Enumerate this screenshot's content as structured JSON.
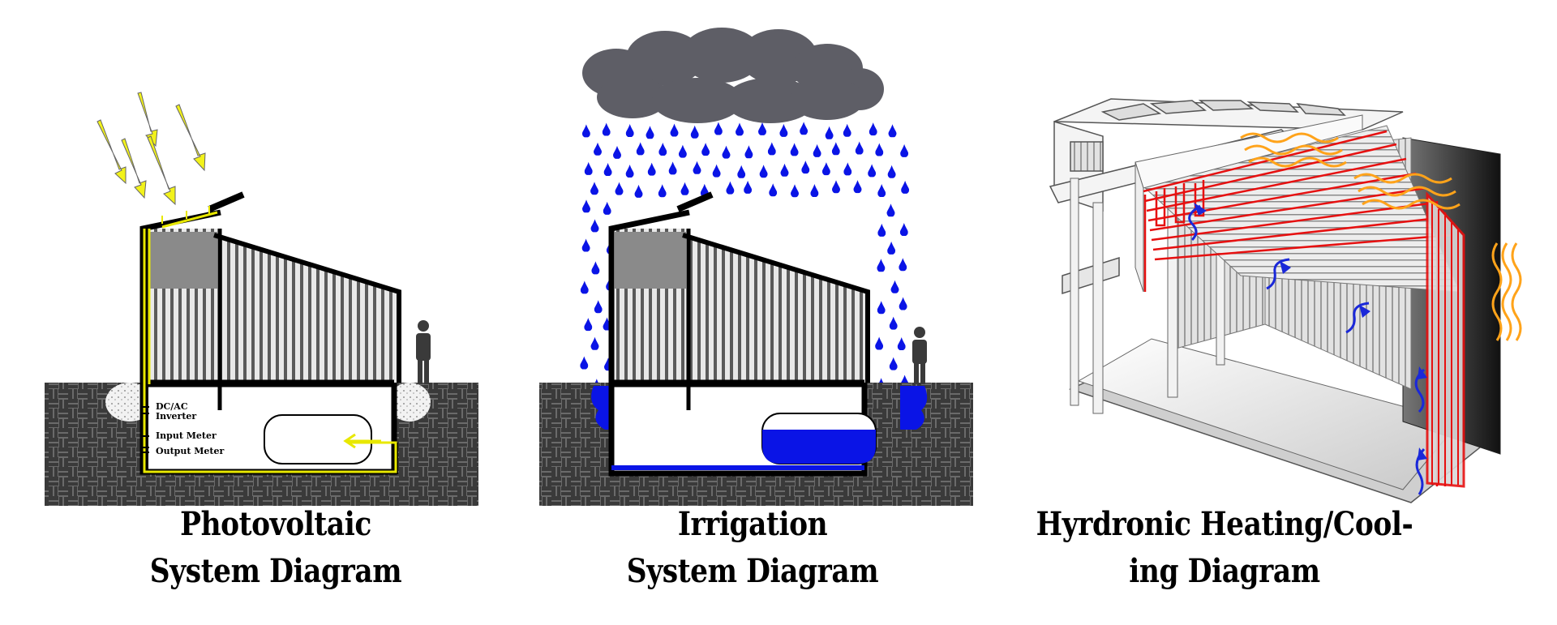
{
  "panels": [
    {
      "id": "photovoltaic",
      "caption_line1": "Photovoltaic",
      "caption_line2": "System Diagram",
      "labels": {
        "inverter_line1": "DC/AC",
        "inverter_line2": "Inverter",
        "input_meter": "Input Meter",
        "output_meter": "Output Meter"
      }
    },
    {
      "id": "irrigation",
      "caption_line1": "Irrigation",
      "caption_line2": "System Diagram"
    },
    {
      "id": "hydronic",
      "caption_line1": "Hyrdronic Heating/Cool-",
      "caption_line2": "ing Diagram"
    }
  ],
  "colors": {
    "sun_arrows": "#f2f21a",
    "pv_wiring": "#e8e800",
    "rain": "#0a14e6",
    "cloud": "#5e5e66",
    "ground": "#3a3a3a",
    "hydronic_pipe": "#e61010",
    "heat_waves": "#ffa31a",
    "flow_arrows": "#1a28d9"
  }
}
